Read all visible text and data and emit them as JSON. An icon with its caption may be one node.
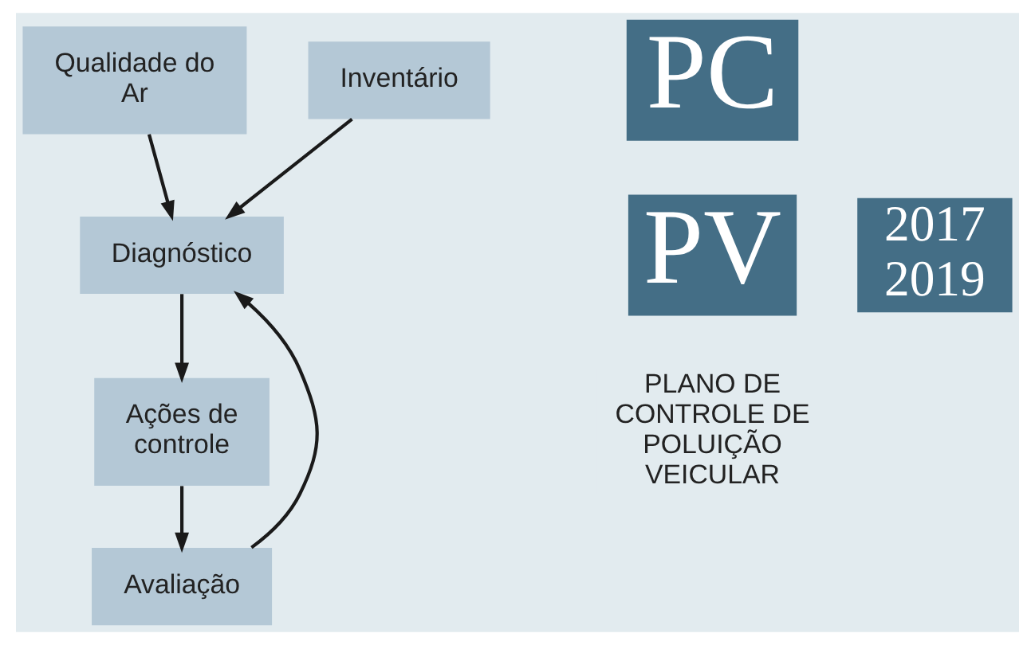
{
  "diagram": {
    "nodes": [
      {
        "text": [
          "Qualidade do Ar"
        ]
      },
      {
        "text": [
          "Inventário"
        ]
      },
      {
        "text": [
          "Diagnóstico"
        ]
      },
      {
        "text": [
          "Ações de controle"
        ]
      },
      {
        "text": [
          "Avaliação"
        ]
      }
    ],
    "edges": [
      {
        "from": 0,
        "to": 2,
        "arrow": "to"
      },
      {
        "from": 1,
        "to": 2,
        "arrow": "to"
      },
      {
        "from": 2,
        "to": 3,
        "arrow": "to"
      },
      {
        "from": 3,
        "to": 4,
        "arrow": "to"
      },
      {
        "from": 4,
        "to": 2,
        "arrow": "to"
      }
    ],
    "labels": [
      "PC",
      "PV",
      "2017 2019",
      "PLANO DE CONTROLE DE POLUIÇÃO VEICULAR"
    ]
  }
}
